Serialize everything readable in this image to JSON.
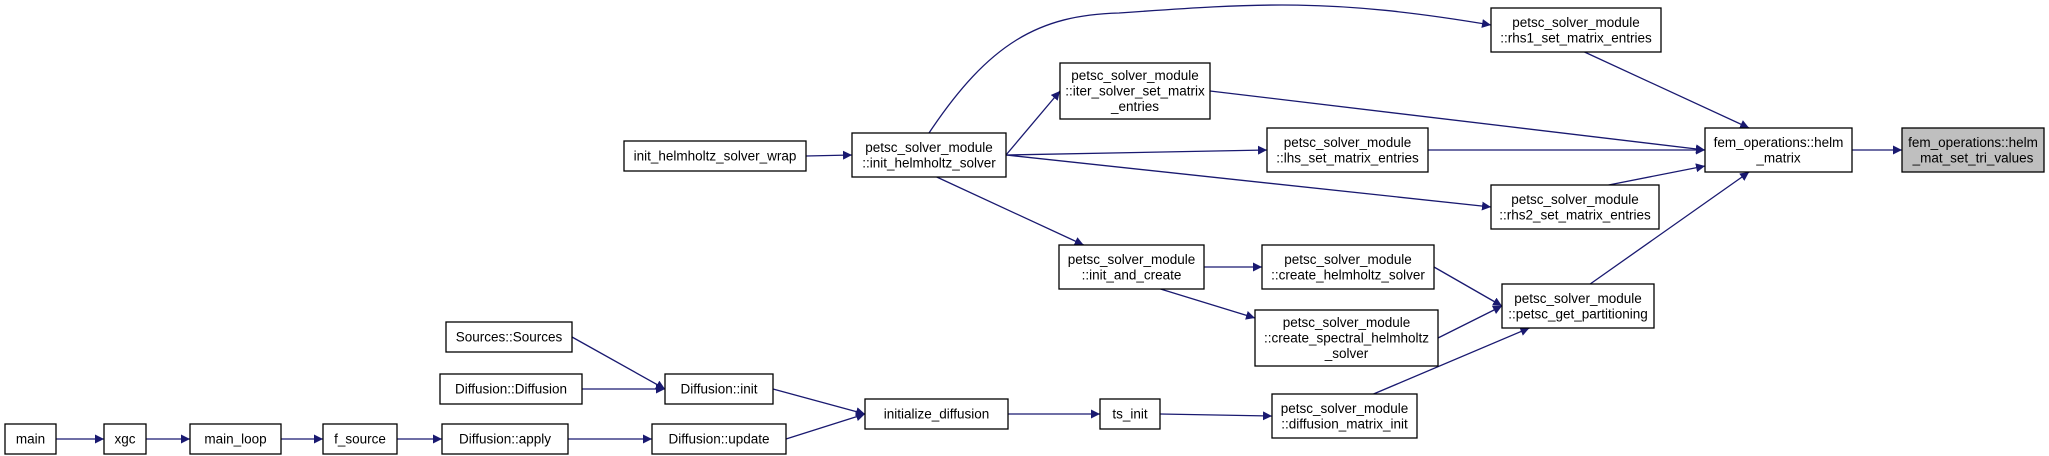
{
  "diagram": {
    "type": "caller-graph",
    "colors": {
      "edge": "#191970",
      "node_fill": "#ffffff",
      "current_fill": "#bfbfbf",
      "node_border": "#000000"
    },
    "nodes": [
      {
        "id": "main",
        "lines": [
          "main"
        ]
      },
      {
        "id": "xgc",
        "lines": [
          "xgc"
        ]
      },
      {
        "id": "main_loop",
        "lines": [
          "main_loop"
        ]
      },
      {
        "id": "f_source",
        "lines": [
          "f_source"
        ]
      },
      {
        "id": "diffusion_apply",
        "lines": [
          "Diffusion::apply"
        ]
      },
      {
        "id": "diffusion_update",
        "lines": [
          "Diffusion::update"
        ]
      },
      {
        "id": "sources_sources",
        "lines": [
          "Sources::Sources"
        ]
      },
      {
        "id": "diffusion_diffusion",
        "lines": [
          "Diffusion::Diffusion"
        ]
      },
      {
        "id": "diffusion_init",
        "lines": [
          "Diffusion::init"
        ]
      },
      {
        "id": "initialize_diffusion",
        "lines": [
          "initialize_diffusion"
        ]
      },
      {
        "id": "ts_init",
        "lines": [
          "ts_init"
        ]
      },
      {
        "id": "init_helmholtz_solver_wrap",
        "lines": [
          "init_helmholtz_solver_wrap"
        ]
      },
      {
        "id": "init_helmholtz_solver",
        "lines": [
          "petsc_solver_module",
          "::init_helmholtz_solver"
        ]
      },
      {
        "id": "iter_solver_set_matrix_entries",
        "lines": [
          "petsc_solver_module",
          "::iter_solver_set_matrix",
          "_entries"
        ]
      },
      {
        "id": "init_and_create",
        "lines": [
          "petsc_solver_module",
          "::init_and_create"
        ]
      },
      {
        "id": "lhs_set_matrix_entries",
        "lines": [
          "petsc_solver_module",
          "::lhs_set_matrix_entries"
        ]
      },
      {
        "id": "create_helmholtz_solver",
        "lines": [
          "petsc_solver_module",
          "::create_helmholtz_solver"
        ]
      },
      {
        "id": "create_spectral_helmholtz_solver",
        "lines": [
          "petsc_solver_module",
          "::create_spectral_helmholtz",
          "_solver"
        ]
      },
      {
        "id": "diffusion_matrix_init",
        "lines": [
          "petsc_solver_module",
          "::diffusion_matrix_init"
        ]
      },
      {
        "id": "rhs1_set_matrix_entries",
        "lines": [
          "petsc_solver_module",
          "::rhs1_set_matrix_entries"
        ]
      },
      {
        "id": "rhs2_set_matrix_entries",
        "lines": [
          "petsc_solver_module",
          "::rhs2_set_matrix_entries"
        ]
      },
      {
        "id": "petsc_get_partitioning",
        "lines": [
          "petsc_solver_module",
          "::petsc_get_partitioning"
        ]
      },
      {
        "id": "helm_matrix",
        "lines": [
          "fem_operations::helm",
          "_matrix"
        ]
      },
      {
        "id": "helm_mat_set_tri_values",
        "lines": [
          "fem_operations::helm",
          "_mat_set_tri_values"
        ],
        "current": true
      }
    ],
    "edges": [
      {
        "from": "main",
        "to": "xgc"
      },
      {
        "from": "xgc",
        "to": "main_loop"
      },
      {
        "from": "main_loop",
        "to": "f_source"
      },
      {
        "from": "f_source",
        "to": "diffusion_apply"
      },
      {
        "from": "diffusion_apply",
        "to": "diffusion_update"
      },
      {
        "from": "sources_sources",
        "to": "diffusion_init"
      },
      {
        "from": "diffusion_diffusion",
        "to": "diffusion_init"
      },
      {
        "from": "diffusion_init",
        "to": "initialize_diffusion"
      },
      {
        "from": "diffusion_update",
        "to": "initialize_diffusion"
      },
      {
        "from": "initialize_diffusion",
        "to": "ts_init"
      },
      {
        "from": "ts_init",
        "to": "diffusion_matrix_init"
      },
      {
        "from": "init_helmholtz_solver_wrap",
        "to": "init_helmholtz_solver"
      },
      {
        "from": "init_helmholtz_solver",
        "to": "rhs1_set_matrix_entries"
      },
      {
        "from": "init_helmholtz_solver",
        "to": "iter_solver_set_matrix_entries"
      },
      {
        "from": "init_helmholtz_solver",
        "to": "lhs_set_matrix_entries"
      },
      {
        "from": "init_helmholtz_solver",
        "to": "rhs2_set_matrix_entries"
      },
      {
        "from": "init_helmholtz_solver",
        "to": "init_and_create"
      },
      {
        "from": "init_and_create",
        "to": "create_helmholtz_solver"
      },
      {
        "from": "init_and_create",
        "to": "create_spectral_helmholtz_solver"
      },
      {
        "from": "create_helmholtz_solver",
        "to": "petsc_get_partitioning"
      },
      {
        "from": "create_spectral_helmholtz_solver",
        "to": "petsc_get_partitioning"
      },
      {
        "from": "diffusion_matrix_init",
        "to": "petsc_get_partitioning"
      },
      {
        "from": "rhs1_set_matrix_entries",
        "to": "helm_matrix"
      },
      {
        "from": "iter_solver_set_matrix_entries",
        "to": "helm_matrix"
      },
      {
        "from": "lhs_set_matrix_entries",
        "to": "helm_matrix"
      },
      {
        "from": "rhs2_set_matrix_entries",
        "to": "helm_matrix"
      },
      {
        "from": "petsc_get_partitioning",
        "to": "helm_matrix"
      },
      {
        "from": "helm_matrix",
        "to": "helm_mat_set_tri_values"
      }
    ]
  }
}
